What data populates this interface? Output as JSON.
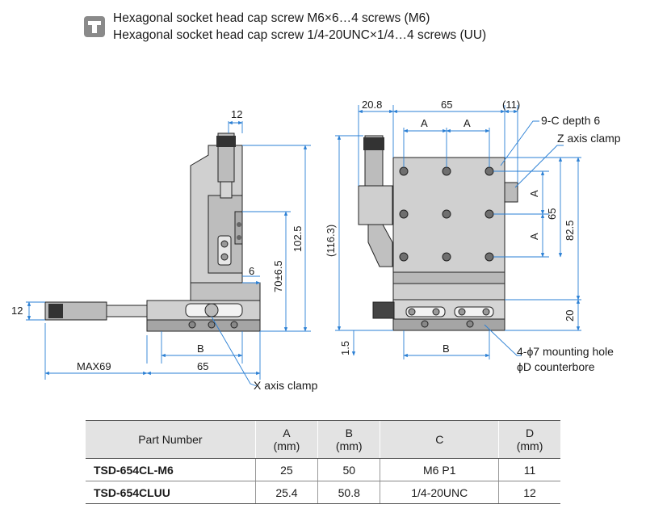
{
  "note": {
    "icon": "hex-screw-icon",
    "lines": [
      "Hexagonal socket head cap screw M6×6…4 screws (M6)",
      "Hexagonal socket head cap screw 1/4-20UNC×1/4…4 screws (UU)"
    ]
  },
  "side_view": {
    "dim_top": "12",
    "dim_left": "12",
    "dim_height_total": "102.5",
    "dim_height": "70±6.5",
    "dim_small": "6",
    "dim_b": "B",
    "dim_max": "MAX69",
    "dim_width": "65",
    "label_x_clamp": "X axis clamp"
  },
  "front_view": {
    "dim_left": "20.8",
    "dim_width": "65",
    "dim_right": "(11)",
    "dim_a1": "A",
    "dim_a2": "A",
    "dim_a_v1": "A",
    "dim_a_v2": "A",
    "dim_65_v": "65",
    "dim_82_5": "82.5",
    "dim_116_3": "(116.3)",
    "dim_20": "20",
    "dim_1_5": "1.5",
    "dim_b": "B",
    "label_c_depth": "9-C depth 6",
    "label_z_clamp": "Z axis clamp",
    "label_mount_1": "4-ϕ7 mounting hole",
    "label_mount_2": "ϕD counterbore"
  },
  "table": {
    "headers": [
      {
        "main": "Part Number",
        "sub": ""
      },
      {
        "main": "A",
        "sub": "(mm)"
      },
      {
        "main": "B",
        "sub": "(mm)"
      },
      {
        "main": "C",
        "sub": ""
      },
      {
        "main": "D",
        "sub": "(mm)"
      }
    ],
    "rows": [
      [
        "TSD-654CL-M6",
        "25",
        "50",
        "M6 P1",
        "11"
      ],
      [
        "TSD-654CLUU",
        "25.4",
        "50.8",
        "1/4-20UNC",
        "12"
      ]
    ]
  },
  "colors": {
    "dimension": "#2a7fd4",
    "outline": "#222222",
    "body": "#c9c9c9",
    "header_bg": "#e3e3e3"
  }
}
